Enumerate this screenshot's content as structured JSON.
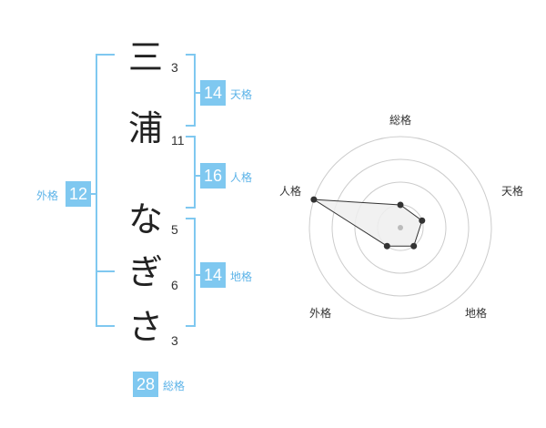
{
  "name_chars": [
    {
      "char": "三",
      "strokes": "3"
    },
    {
      "char": "浦",
      "strokes": "11"
    },
    {
      "char": "な",
      "strokes": "5"
    },
    {
      "char": "ぎ",
      "strokes": "6"
    },
    {
      "char": "さ",
      "strokes": "3"
    }
  ],
  "fortunes": {
    "tenkaku": {
      "label": "天格",
      "value": "14"
    },
    "jinkaku": {
      "label": "人格",
      "value": "16"
    },
    "chikaku": {
      "label": "地格",
      "value": "14"
    },
    "gaikaku": {
      "label": "外格",
      "value": "12"
    },
    "soukaku": {
      "label": "総格",
      "value": "28"
    }
  },
  "radar": {
    "labels": {
      "top": "総格",
      "right": "天格",
      "bottom_right": "地格",
      "bottom_left": "外格",
      "left": "人格"
    },
    "levels": 4,
    "max": 4,
    "values": {
      "soukaku": 1,
      "tenkaku": 1,
      "chikaku": 1,
      "gaikaku": 1,
      "jinkaku": 4
    },
    "colors": {
      "ring": "#cccccc",
      "fill": "#eeeeee",
      "stroke": "#333333",
      "point": "#333333",
      "center": "#bbbbbb"
    }
  },
  "colors": {
    "accent": "#7fc8f0",
    "bracket": "#7fc8f0",
    "label": "#5cb3e8"
  }
}
